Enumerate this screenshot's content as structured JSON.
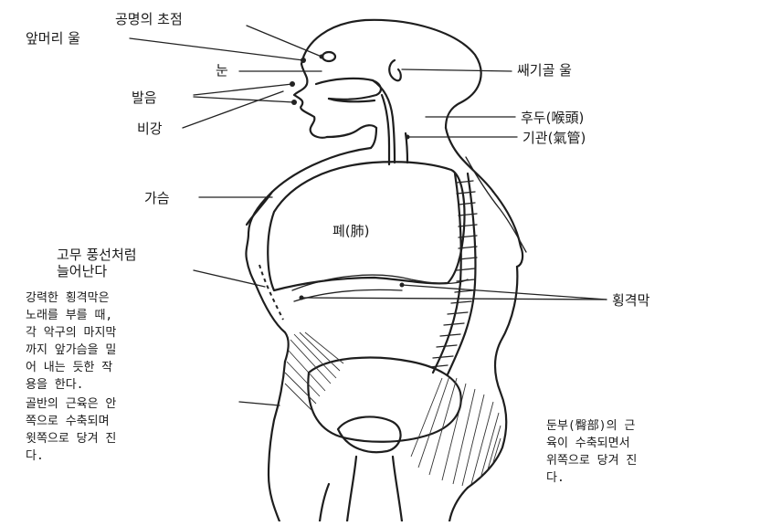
{
  "labels": {
    "focus": "공명의 초점",
    "forehead": "앞머리 울",
    "eye": "눈",
    "pronunciation": "발음",
    "nasal_cavity": "비강",
    "occiput": "쌔기골 울",
    "larynx": "후두(喉頭)",
    "trachea": "기관(氣管)",
    "chest": "가슴",
    "lung": "폐(肺)",
    "balloon": "고무 풍선처럼\n늘어난다",
    "diaphragm": "횡격막"
  },
  "notes": {
    "diaphragm_note": "강력한 횡격막은\n노래를 부를 때,\n각 악구의 마지막\n까지 앞가슴을 밀\n어 내는 듯한  작\n용을 한다.",
    "pelvis_note": "골반의 근육은 안\n쪽으로 수축되며\n윗쪽으로 당겨 진\n다.",
    "buttock_note": "둔부(臀部)의  근\n육이 수축되면서\n위쪽으로 당겨 진\n다."
  }
}
